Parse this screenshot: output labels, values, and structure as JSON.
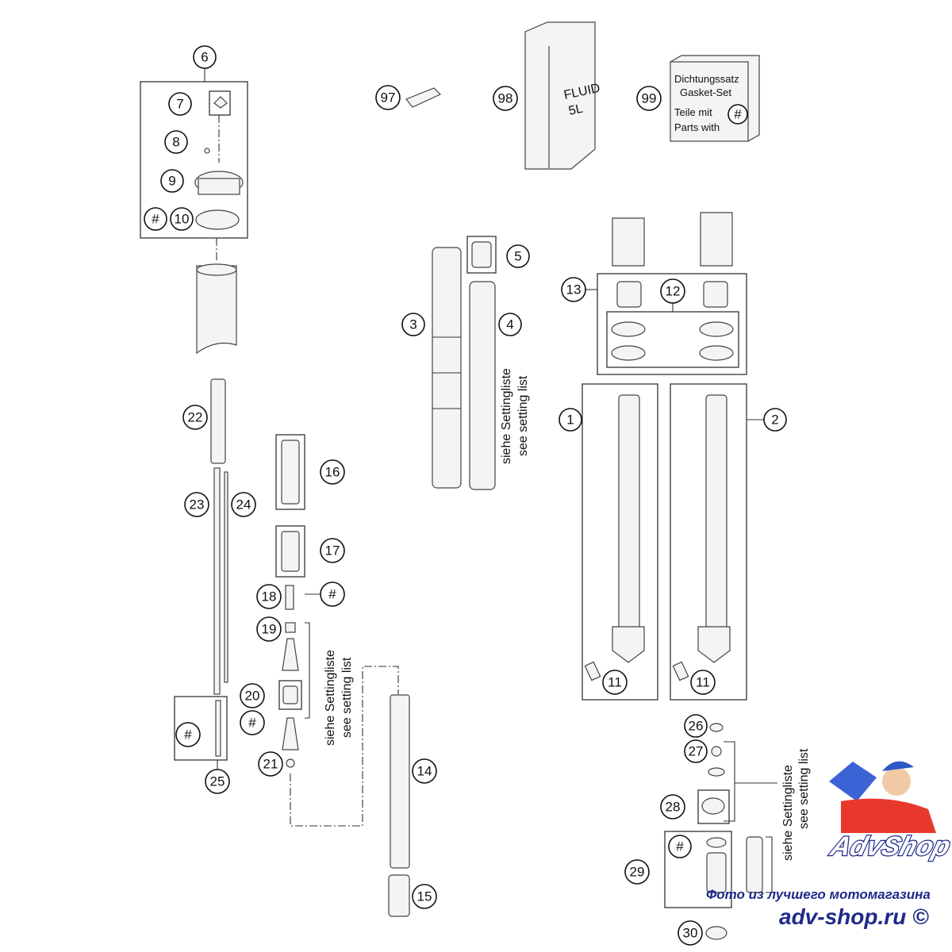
{
  "callouts": {
    "c6": "6",
    "c7": "7",
    "c8": "8",
    "c9": "9",
    "h1": "#",
    "c10": "10",
    "c97": "97",
    "c98": "98",
    "c99": "99",
    "c5": "5",
    "c3": "3",
    "c4": "4",
    "c13": "13",
    "c12": "12",
    "c1": "1",
    "c2": "2",
    "c22": "22",
    "c16": "16",
    "c23": "23",
    "c24": "24",
    "c17": "17",
    "c18": "18",
    "h2": "#",
    "c19": "19",
    "c20": "20",
    "h3": "#",
    "h4": "#",
    "c21": "21",
    "c25": "25",
    "c14": "14",
    "c15": "15",
    "c11a": "11",
    "c11b": "11",
    "c26": "26",
    "c27": "27",
    "c28": "28",
    "h5": "#",
    "c29": "29",
    "c30": "30"
  },
  "fluid_can": {
    "line1": "FLUID",
    "line2": "5L"
  },
  "gasket_box": {
    "line1": "Dichtungssatz",
    "line2": "Gasket-Set",
    "line3": "Teile mit",
    "line4": "Parts with",
    "mark": "#"
  },
  "setting_note": {
    "de": "siehe Settingliste",
    "en": "see setting list"
  },
  "watermark": {
    "brand": "AdvShop",
    "tagline": "Фото из лучшего мотомагазина",
    "site": "adv-shop.ru ©"
  }
}
